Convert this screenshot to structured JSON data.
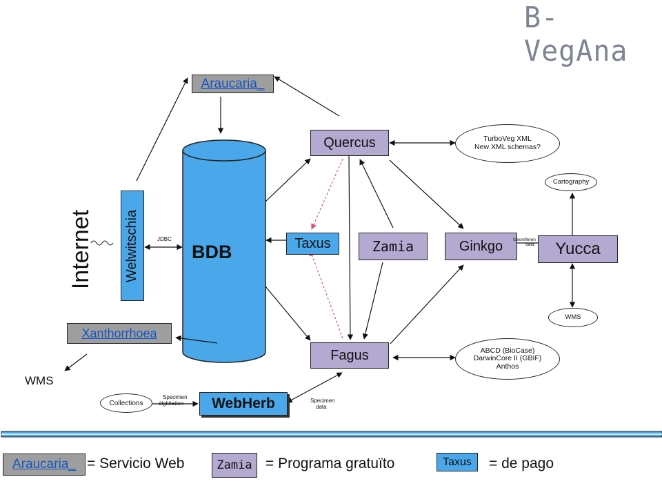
{
  "logo": "B-VegAna",
  "nodes": {
    "araucaria": "Araucaria_",
    "quercus": "Quercus",
    "taxus": "Taxus",
    "zamia": "Zamia",
    "ginkgo": "Ginkgo",
    "yucca": "Yucca",
    "fagus": "Fagus",
    "xanthorrhoea": "Xanthorrhoea",
    "welwitschia": "Welwitschia",
    "bdb": "BDB",
    "webherb": "WebHerb"
  },
  "labels": {
    "internet": "Internet",
    "jdbc": "JDBC",
    "wms_left": "WMS",
    "georef_line1": "Georeferen",
    "georef_line2": "data",
    "specimen_digit_line1": "Specimen",
    "specimen_digit_line2": "digititation",
    "specimen_data_line1": "Specimen",
    "specimen_data_line2": "data"
  },
  "ellipses": {
    "turboveg_line1": "TurboVeg XML",
    "turboveg_line2": "New XML schemas?",
    "cartography": "Cartography",
    "wms": "WMS",
    "abcd_line1": "ABCD (BioCase)",
    "abcd_line2": "DarwinCore II (GBIF)",
    "abcd_line3": "Anthos",
    "collections": "Collections"
  },
  "legend": {
    "web_sample": "Araucaria_",
    "web_text": "= Servicio Web",
    "free_sample": "Zamia",
    "free_text": "= Programa gratuïto",
    "paid_sample": "Taxus",
    "paid_text": "= de pago"
  },
  "colors": {
    "node_fill": "#b4a9d0",
    "blue_fill": "#4aa8ea",
    "link_fill": "#9e9e9e",
    "link_text": "#1555c4",
    "dashed_arrow": "#e0506a",
    "logo": "#7e8494"
  }
}
